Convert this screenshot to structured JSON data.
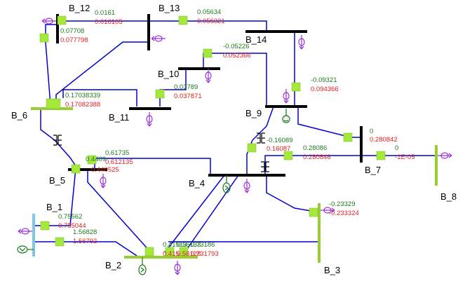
{
  "buses": {
    "b1": "B_1",
    "b2": "B_2",
    "b3": "B_3",
    "b4": "B_4",
    "b5": "B_5",
    "b6": "B_6",
    "b7": "B_7",
    "b8": "B_8",
    "b9": "B_9",
    "b10": "B_10",
    "b11": "B_11",
    "b12": "B_12",
    "b13": "B_13",
    "b14": "B_14"
  },
  "flows": {
    "f12_13_p": "0.0161",
    "f12_13_q": "0.016105",
    "f13_14_p": "0.05634",
    "f13_14_q": "0.056321",
    "f6_12_p": "0.07708",
    "f6_12_q": "0.077798",
    "f10_14_p": "-0.05226",
    "f10_14_q": "0.052366",
    "f10_11_p": "0.03789",
    "f10_11_q": "0.037871",
    "f6_11_p": "0.17038339",
    "f6_11_q": "0.17082388",
    "f9_14_p": "-0.09321",
    "f9_14_q": "0.094366",
    "f9_7_p": "0",
    "f9_7_q": "0.280842",
    "f4_9_p": "-0.16089",
    "f4_9_q": "0.16087",
    "f4_7_p": "0.28086",
    "f4_7_q": "0.280846",
    "f7_8_p": "0",
    "f7_8_q": "-1E-05",
    "f5_4_p": "0.61735",
    "f5_4_q": "0.612135",
    "f5_6_p": "0.4409",
    "f5_6_q": "0.440525",
    "f1_5_p": "0.75562",
    "f1_5_q": "0.755044",
    "f1_2_p": "1.56828",
    "f1_2_q": "1.56792",
    "f3_p": "-0.23329",
    "f3_q": "-0.233324",
    "f2_a_p": "0.41513",
    "f2_a_q": "0.415",
    "f2_b_p": "0.56133",
    "f2_b_q": "0.56128",
    "f2_c_p": "0.73186",
    "f2_c_q": "0.731793"
  }
}
